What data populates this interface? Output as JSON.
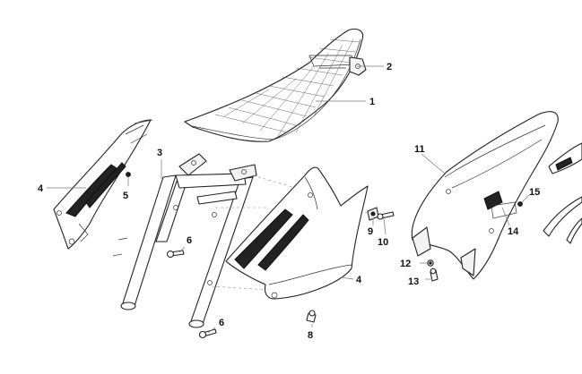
{
  "callouts": {
    "c1": "1",
    "c2": "2",
    "c3": "3",
    "c4a": "4",
    "c4b": "4",
    "c5": "5",
    "c6a": "6",
    "c6b": "6",
    "c8": "8",
    "c9": "9",
    "c10": "10",
    "c11": "11",
    "c12": "12",
    "c13": "13",
    "c14": "14",
    "c15": "15"
  }
}
